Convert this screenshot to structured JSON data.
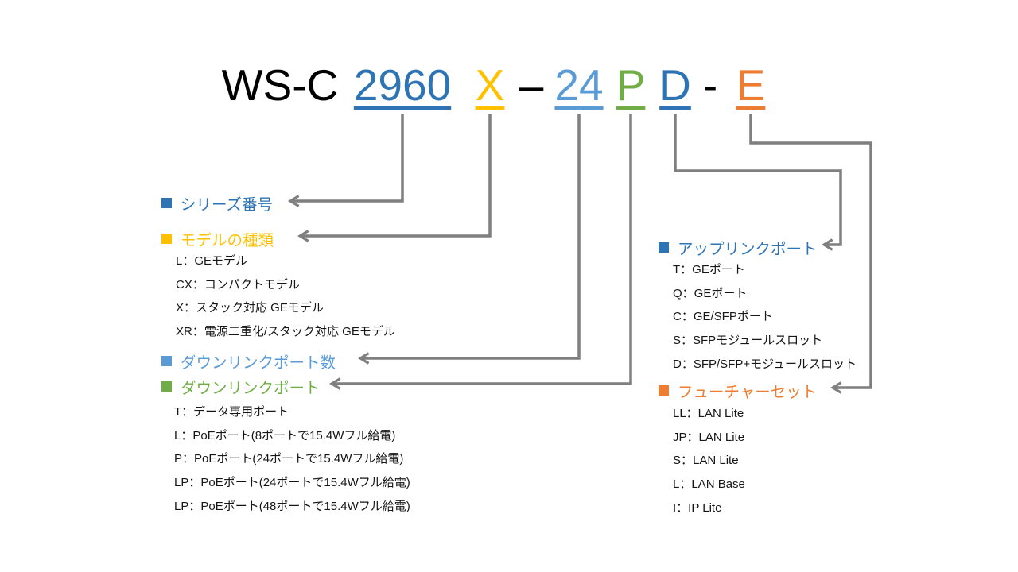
{
  "title": {
    "prefix": "WS-C",
    "parts": [
      {
        "text": "2960",
        "color": "#2E74B5"
      },
      {
        "text": "X",
        "color": "#FFC000"
      },
      {
        "text": "–",
        "color": "#000000"
      },
      {
        "text": "24",
        "color": "#5B9BD5"
      },
      {
        "text": "P",
        "color": "#70AD47"
      },
      {
        "text": "D",
        "color": "#2E74B5"
      },
      {
        "text": "-",
        "color": "#000000"
      },
      {
        "text": "E",
        "color": "#ED7D31"
      }
    ]
  },
  "line_color": "#7F7F7F",
  "sections": {
    "series": {
      "label": "シリーズ番号",
      "color": "#2E74B5",
      "items": []
    },
    "model": {
      "label": "モデルの種類",
      "color": "#FFC000",
      "items": [
        "L：GEモデル",
        "CX：コンパクトモデル",
        "X：スタック対応 GEモデル",
        "XR：電源二重化/スタック対応 GEモデル"
      ]
    },
    "downlink_count": {
      "label": "ダウンリンクポート数",
      "color": "#5B9BD5",
      "items": []
    },
    "downlink_port": {
      "label": "ダウンリンクポート",
      "color": "#70AD47",
      "items": [
        "T：データ専用ポート",
        "L：PoEポート(8ポートで15.4Wフル給電)",
        "P：PoEポート(24ポートで15.4Wフル給電)",
        "LP：PoEポート(24ポートで15.4Wフル給電)",
        "LP：PoEポート(48ポートで15.4Wフル給電)"
      ]
    },
    "uplink": {
      "label": "アップリンクポート",
      "color": "#2E74B5",
      "items": [
        "T：GEポート",
        "Q：GEポート",
        "C：GE/SFPポート",
        "S：SFPモジュールスロット",
        "D：SFP/SFP+モジュールスロット"
      ]
    },
    "feature_set": {
      "label": "フューチャーセット",
      "color": "#ED7D31",
      "items": [
        "LL：LAN Lite",
        "JP：LAN Lite",
        "S：LAN Lite",
        "L：LAN Base",
        "I：IP Lite"
      ]
    }
  }
}
